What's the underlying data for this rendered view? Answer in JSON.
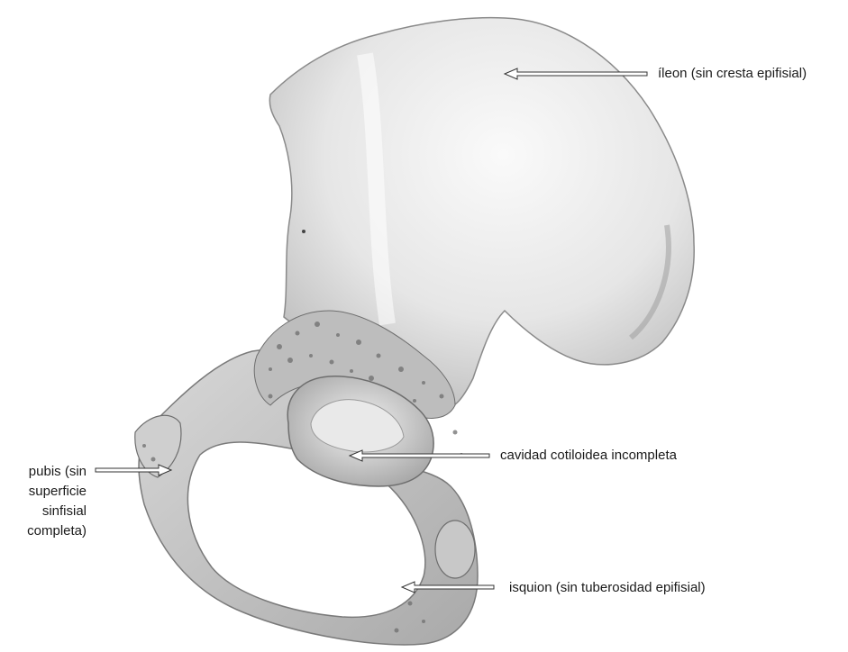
{
  "labels": {
    "ileon": "íleon (sin cresta epifisial)",
    "cavidad": "cavidad cotiloidea incompleta",
    "isquion": "isquion (sin tuberosidad epifisial)",
    "pubis": [
      "pubis (sin",
      "superficie",
      "sinfisial",
      "completa)"
    ]
  },
  "colors": {
    "bone_fill": "#eeeeee",
    "bone_stroke": "#8a8a8a",
    "rough_texture": "#6e6e6e",
    "arrow": "#333333",
    "text": "#1a1a1a"
  }
}
